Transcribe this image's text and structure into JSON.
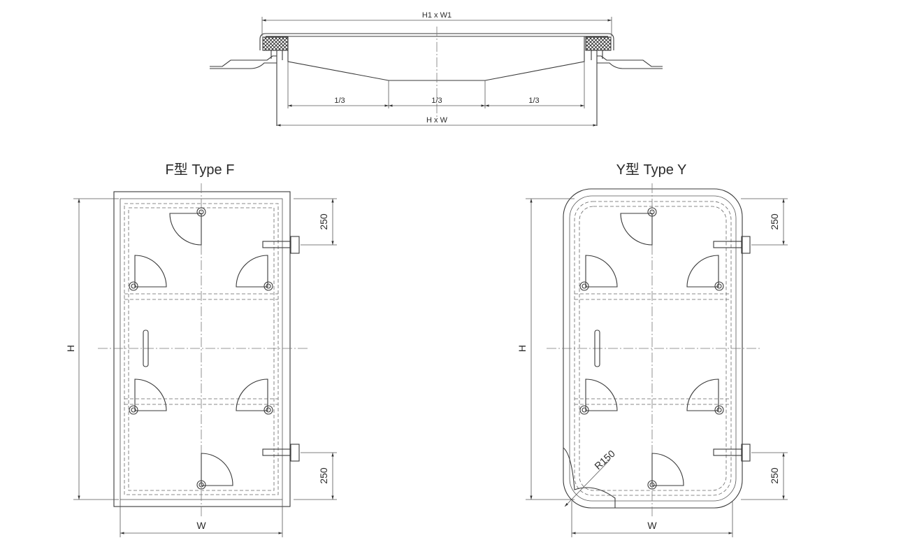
{
  "section_view": {
    "top_dimension": "H1 x W1",
    "bottom_dimension": "H x W",
    "thirds": [
      "1/3",
      "1/3",
      "1/3"
    ]
  },
  "type_f": {
    "title": "F型  Type F",
    "height_label": "H",
    "width_label": "W",
    "top_offset": "250",
    "bottom_offset": "250"
  },
  "type_y": {
    "title": "Y型  Type Y",
    "height_label": "H",
    "width_label": "W",
    "top_offset": "250",
    "bottom_offset": "250",
    "radius_label": "R150"
  }
}
